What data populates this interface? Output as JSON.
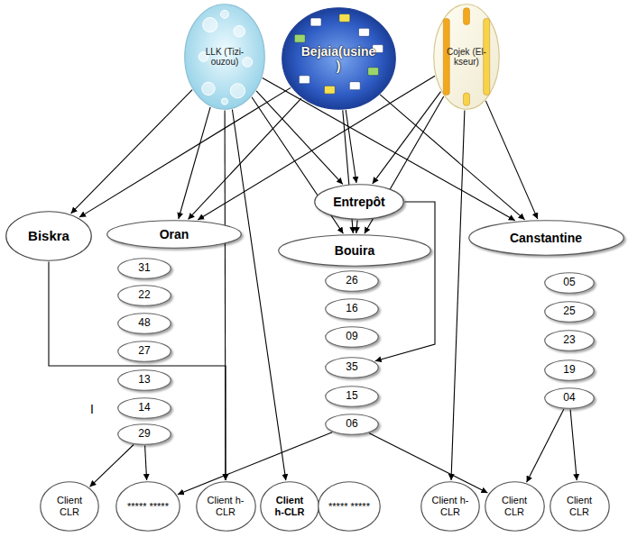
{
  "diagram": {
    "nodes": [
      {
        "text": [
          "LLK (Tizi-ouzou)"
        ]
      },
      {
        "text": [
          "Bejaia(usine)"
        ]
      },
      {
        "text": [
          "Cojek (El-kseur)"
        ]
      },
      {
        "text": [
          "Biskra"
        ]
      },
      {
        "text": [
          "Oran"
        ]
      },
      {
        "text": [
          "Entrepôt"
        ]
      },
      {
        "text": [
          "Bouira"
        ]
      },
      {
        "text": [
          "Canstantine"
        ]
      },
      {
        "text": [
          "31"
        ]
      },
      {
        "text": [
          "22"
        ]
      },
      {
        "text": [
          "48"
        ]
      },
      {
        "text": [
          "27"
        ]
      },
      {
        "text": [
          "13"
        ]
      },
      {
        "text": [
          "14"
        ]
      },
      {
        "text": [
          "29"
        ]
      },
      {
        "text": [
          "26"
        ]
      },
      {
        "text": [
          "16"
        ]
      },
      {
        "text": [
          "09"
        ]
      },
      {
        "text": [
          "35"
        ]
      },
      {
        "text": [
          "15"
        ]
      },
      {
        "text": [
          "06"
        ]
      },
      {
        "text": [
          "05"
        ]
      },
      {
        "text": [
          "25"
        ]
      },
      {
        "text": [
          "23"
        ]
      },
      {
        "text": [
          "19"
        ]
      },
      {
        "text": [
          "04"
        ]
      },
      {
        "text": [
          "Client CLR"
        ]
      },
      {
        "text": [
          "***** *****"
        ]
      },
      {
        "text": [
          "Client h-CLR"
        ]
      },
      {
        "text": [
          "Client h-CLR"
        ]
      },
      {
        "text": [
          "***** *****"
        ]
      },
      {
        "text": [
          "Client h- CLR"
        ]
      },
      {
        "text": [
          "Client CLR"
        ]
      },
      {
        "text": [
          "Client CLR"
        ]
      }
    ],
    "edges": [
      {
        "from": 0,
        "to": 3,
        "arrow": "to"
      },
      {
        "from": 0,
        "to": 4,
        "arrow": "to"
      },
      {
        "from": 0,
        "to": 5,
        "arrow": "to"
      },
      {
        "from": 0,
        "to": 6,
        "arrow": "to"
      },
      {
        "from": 0,
        "to": 7,
        "arrow": "to"
      },
      {
        "from": 0,
        "to": 28,
        "arrow": "to"
      },
      {
        "from": 0,
        "to": 29,
        "arrow": "to"
      },
      {
        "from": 1,
        "to": 3,
        "arrow": "to"
      },
      {
        "from": 1,
        "to": 4,
        "arrow": "to"
      },
      {
        "from": 1,
        "to": 5,
        "arrow": "to"
      },
      {
        "from": 1,
        "to": 6,
        "arrow": "to"
      },
      {
        "from": 1,
        "to": 7,
        "arrow": "to"
      },
      {
        "from": 2,
        "to": 4,
        "arrow": "to"
      },
      {
        "from": 2,
        "to": 5,
        "arrow": "to"
      },
      {
        "from": 2,
        "to": 6,
        "arrow": "to"
      },
      {
        "from": 2,
        "to": 7,
        "arrow": "to"
      },
      {
        "from": 2,
        "to": 31,
        "arrow": "to"
      },
      {
        "from": 5,
        "to": 6,
        "arrow": "to"
      },
      {
        "from": 5,
        "to": 18,
        "arrow": "to"
      },
      {
        "from": 3,
        "to": 28,
        "arrow": "to"
      },
      {
        "from": 14,
        "to": 26,
        "arrow": "to"
      },
      {
        "from": 14,
        "to": 27,
        "arrow": "to"
      },
      {
        "from": 20,
        "to": 27,
        "arrow": "to"
      },
      {
        "from": 20,
        "to": 32,
        "arrow": "to"
      },
      {
        "from": 25,
        "to": 32,
        "arrow": "to"
      },
      {
        "from": 25,
        "to": 33,
        "arrow": "to"
      }
    ],
    "labels": [
      "I"
    ]
  }
}
